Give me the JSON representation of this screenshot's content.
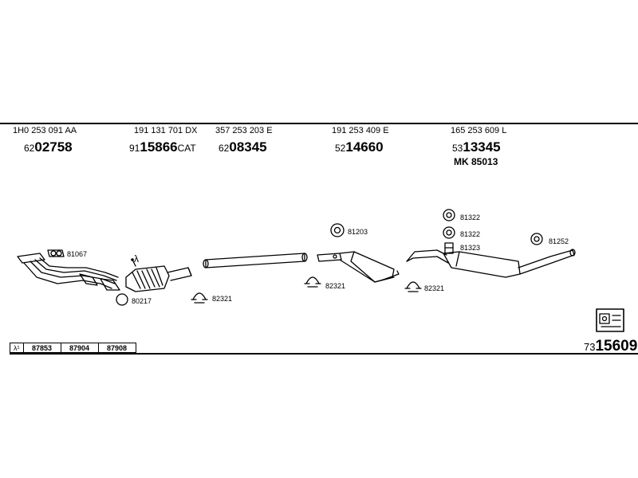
{
  "parts": [
    {
      "oem": "1H0 253 091 AA",
      "art_prefix": "62",
      "art_main": "02758",
      "art_suffix": ""
    },
    {
      "oem": "191 131 701 DX",
      "art_prefix": "91",
      "art_main": "15866",
      "art_suffix": "CAT"
    },
    {
      "oem": "357 253 203 E",
      "art_prefix": "62",
      "art_main": "08345",
      "art_suffix": ""
    },
    {
      "oem": "191 253 409 E",
      "art_prefix": "52",
      "art_main": "14660",
      "art_suffix": ""
    },
    {
      "oem": "165 253 609 L",
      "art_prefix": "53",
      "art_main": "13345",
      "art_suffix": ""
    }
  ],
  "mounting_kit": "MK  85013",
  "labels": {
    "gasket_front": "81067",
    "lambda_symbol": "λ",
    "ring_cat": "80217",
    "clamp_cat": "82321",
    "gasket_mid": "81203",
    "clamp_mid": "82321",
    "clamp_rear": "82321",
    "hanger_1": "81322",
    "hanger_2": "81322",
    "hanger_3": "81323",
    "hanger_tail": "81252"
  },
  "bottom_table": {
    "symbol": "λ¹",
    "values": [
      "87853",
      "87904",
      "87908"
    ]
  },
  "reference": {
    "prefix": "73",
    "main": "15609"
  }
}
